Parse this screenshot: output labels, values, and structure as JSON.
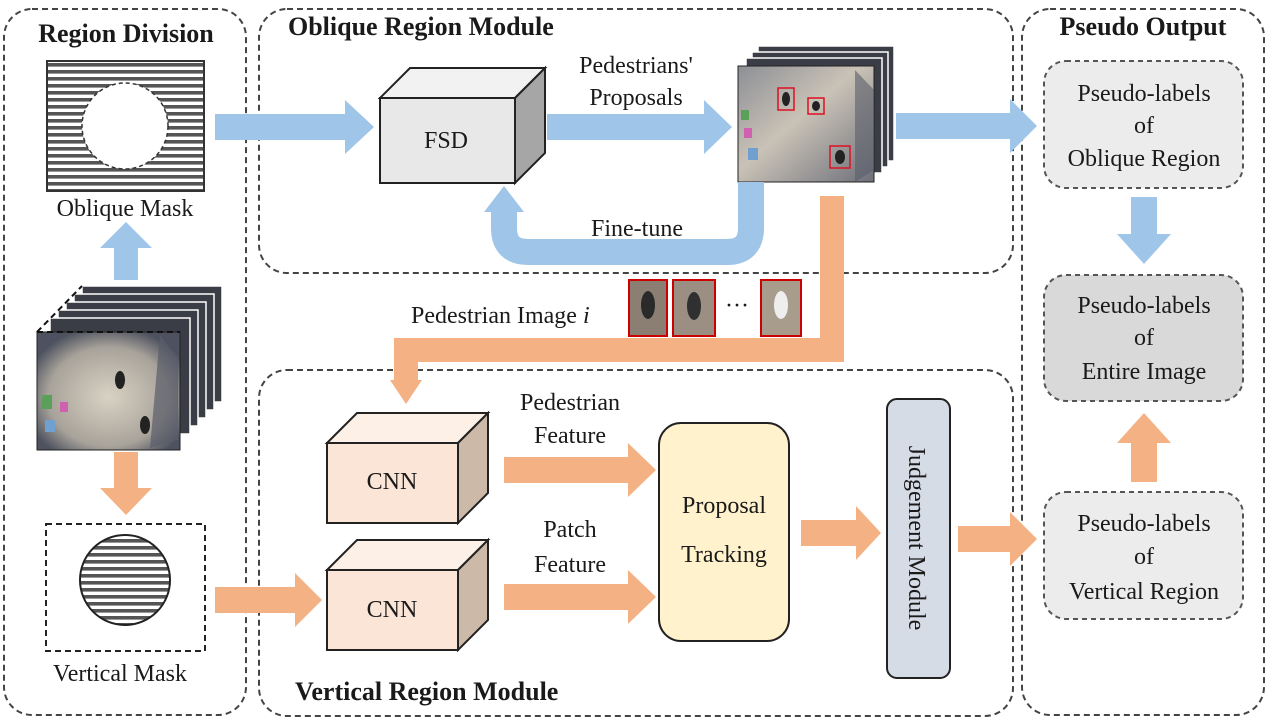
{
  "panels": {
    "region_division": "Region Division",
    "oblique_module": "Oblique Region Module",
    "vertical_module": "Vertical Region Module",
    "pseudo_output": "Pseudo Output"
  },
  "masks": {
    "oblique": "Oblique Mask",
    "vertical": "Vertical Mask"
  },
  "oblique": {
    "detector": "FSD",
    "proposals_line1": "Pedestrians'",
    "proposals_line2": "Proposals",
    "finetune": "Fine-tune"
  },
  "pedestrian_image": {
    "label": "Pedestrian Image ",
    "index": "i",
    "ellipsis": "···"
  },
  "vertical": {
    "cnn_top": "CNN",
    "cnn_bottom": "CNN",
    "ped_feature_line1": "Pedestrian",
    "ped_feature_line2": "Feature",
    "patch_feature_line1": "Patch",
    "patch_feature_line2": "Feature",
    "tracking_line1": "Proposal",
    "tracking_line2": "Tracking",
    "judgement": "Judgement Module"
  },
  "outputs": {
    "oblique": [
      "Pseudo-labels",
      "of",
      "Oblique Region"
    ],
    "entire": [
      "Pseudo-labels",
      "of",
      "Entire Image"
    ],
    "vertical": [
      "Pseudo-labels",
      "of",
      "Vertical Region"
    ]
  },
  "colors": {
    "blue_arrow": "#9fc5e8",
    "orange_arrow": "#f4b183",
    "cnn_face": "#fbe5d6",
    "cnn_side": "#cdb9a8",
    "fsd_face": "#e8e8e8",
    "fsd_side": "#a6a6a6",
    "tracking_fill": "#fff2cc",
    "judgement_fill": "#d6dce5",
    "output_fill": "#ececec",
    "output_mid_fill": "#d9d9d9"
  }
}
